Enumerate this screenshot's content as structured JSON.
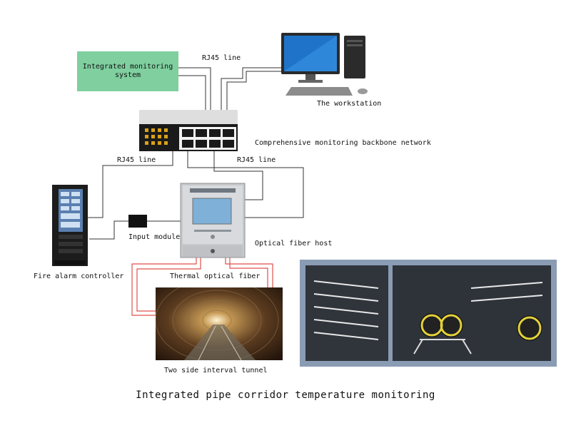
{
  "system_box": {
    "label": "Integrated monitoring system"
  },
  "labels": {
    "rj45_top": "RJ45 line",
    "workstation": "The workstation",
    "backbone": "Comprehensive monitoring backbone network",
    "rj45_left": "RJ45 line",
    "rj45_right": "RJ45 line",
    "input_module": "Input module",
    "optical_host": "Optical fiber host",
    "fire_alarm": "Fire alarm controller",
    "thermal_fiber": "Thermal optical fiber",
    "tunnel": "Two side interval tunnel"
  },
  "title": "Integrated pipe corridor temperature monitoring",
  "colors": {
    "system_box": "#7fcf9f",
    "wire": "#333333",
    "fiber": "#e0504a",
    "panel": "#8a9bb4"
  }
}
